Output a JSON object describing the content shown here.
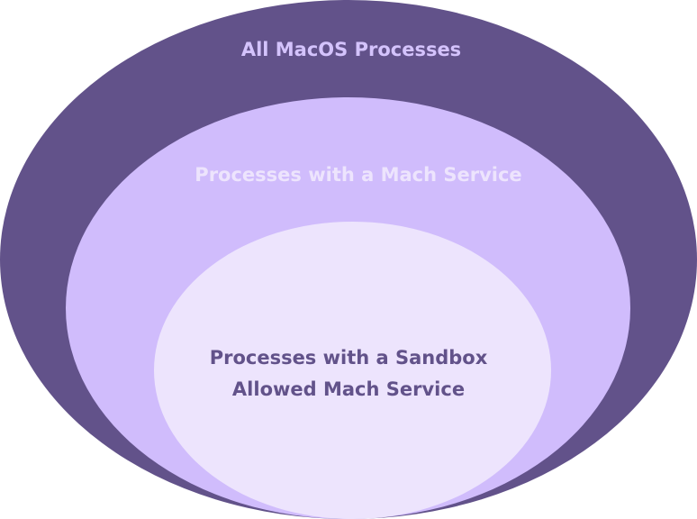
{
  "diagram": {
    "type": "nested-sets",
    "colors": {
      "outer_fill": "#62528a",
      "middle_fill": "#d0bcfc",
      "inner_fill": "#ede4fd",
      "outer_text": "#d4c3fc",
      "middle_text": "#ede4fd",
      "inner_text": "#62528a"
    },
    "sets": [
      {
        "label": "All MacOS Processes"
      },
      {
        "label": "Processes with a Mach Service"
      },
      {
        "label_line1": "Processes with a Sandbox",
        "label_line2": "Allowed Mach Service"
      }
    ]
  }
}
